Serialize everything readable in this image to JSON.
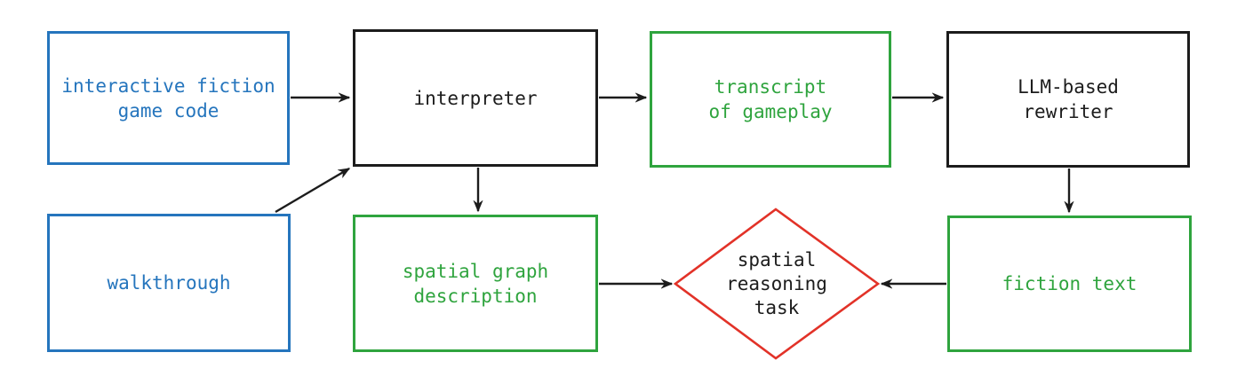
{
  "diagram": {
    "nodes": [
      {
        "id": "game-code",
        "label": "interactive fiction\ngame code",
        "shape": "rect",
        "color": "#2575bd"
      },
      {
        "id": "walkthrough",
        "label": "walkthrough",
        "shape": "rect",
        "color": "#2575bd"
      },
      {
        "id": "interpreter",
        "label": "interpreter",
        "shape": "rect",
        "color": "#1c1c1c"
      },
      {
        "id": "transcript",
        "label": "transcript\nof gameplay",
        "shape": "rect",
        "color": "#2fa43e"
      },
      {
        "id": "rewriter",
        "label": "LLM-based\nrewriter",
        "shape": "rect",
        "color": "#1c1c1c"
      },
      {
        "id": "spatial-graph",
        "label": "spatial graph\ndescription",
        "shape": "rect",
        "color": "#2fa43e"
      },
      {
        "id": "task",
        "label": "spatial\nreasoning\ntask",
        "shape": "diamond",
        "color": "#e23228"
      },
      {
        "id": "fiction-text",
        "label": "fiction text",
        "shape": "rect",
        "color": "#2fa43e"
      }
    ],
    "edges": [
      {
        "from": "game-code",
        "to": "interpreter"
      },
      {
        "from": "walkthrough",
        "to": "interpreter"
      },
      {
        "from": "interpreter",
        "to": "transcript"
      },
      {
        "from": "transcript",
        "to": "rewriter"
      },
      {
        "from": "interpreter",
        "to": "spatial-graph"
      },
      {
        "from": "rewriter",
        "to": "fiction-text"
      },
      {
        "from": "spatial-graph",
        "to": "task"
      },
      {
        "from": "fiction-text",
        "to": "task"
      }
    ],
    "colors": {
      "input-blue": "#2575bd",
      "artifact-green": "#2fa43e",
      "task-red": "#e23228",
      "line-black": "#1c1c1c",
      "background": "#ffffff"
    }
  }
}
